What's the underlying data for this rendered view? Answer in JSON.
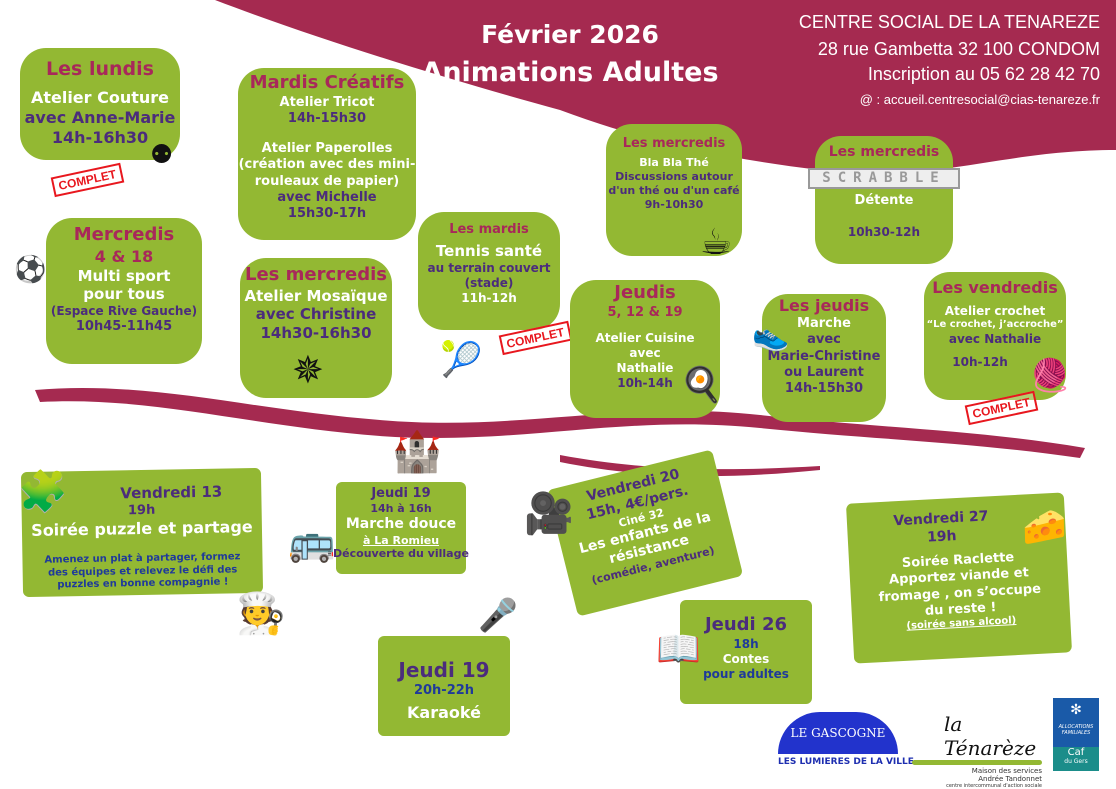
{
  "header": {
    "title_line1": "Février 2026",
    "title_line2": "Animations Adultes",
    "org": "CENTRE SOCIAL DE LA TENAREZE",
    "address": "28 rue Gambetta 32 100 CONDOM",
    "phone": "Inscription au 05 62 28 42 70",
    "email": "@ : accueil.centresocial@cias-tenareze.fr"
  },
  "colors": {
    "maroon": "#a52a50",
    "green": "#93b833",
    "purple": "#4b2c7c",
    "pink": "#a8285a"
  },
  "complet": "COMPLET",
  "weekly": [
    {
      "day": "Les lundis",
      "lines": [
        "Atelier Couture",
        "avec Anne-Marie",
        "14h-16h30"
      ]
    },
    {
      "day": "Mardis Créatifs",
      "lines": [
        "Atelier Tricot",
        "14h-15h30",
        "Atelier Paperolles",
        "(création avec des mini-",
        "rouleaux de papier)",
        "avec Michelle",
        "15h30-17h"
      ]
    },
    {
      "day": "Mercredis",
      "dates": "4 & 18",
      "lines": [
        "Multi sport",
        "pour tous",
        "(Espace Rive Gauche)",
        "10h45-11h45"
      ]
    },
    {
      "day": "Les mercredis",
      "lines": [
        "Atelier Mosaïque",
        "avec Christine",
        "14h30-16h30"
      ]
    },
    {
      "day": "Les mardis",
      "lines": [
        "Tennis santé",
        "au terrain couvert",
        "(stade)",
        "11h-12h"
      ]
    },
    {
      "day": "Les mercredis",
      "lines": [
        "Bla Bla Thé",
        "Discussions autour",
        "d'un thé ou d'un café",
        "9h-10h30"
      ]
    },
    {
      "day": "Les mercredis",
      "scrabble": "SCRABBLE",
      "lines": [
        "Détente",
        "10h30-12h"
      ]
    },
    {
      "day": "Jeudis",
      "dates": "5, 12 & 19",
      "lines": [
        "Atelier Cuisine",
        "avec",
        "Nathalie",
        "10h-14h"
      ]
    },
    {
      "day": "Les jeudis",
      "lines": [
        "Marche",
        "avec",
        "Marie-Christine",
        "ou Laurent",
        "14h-15h30"
      ]
    },
    {
      "day": "Les vendredis",
      "lines": [
        "Atelier crochet",
        "“Le crochet, j’accroche”",
        "avec Nathalie",
        "10h-12h"
      ]
    }
  ],
  "events": [
    {
      "date": "Vendredi 13",
      "time": "19h",
      "title": "Soirée puzzle et partage",
      "desc": [
        "Amenez un plat à partager, formez",
        "des équipes et relevez le défi des",
        "puzzles en bonne compagnie !"
      ]
    },
    {
      "date": "Jeudi 19",
      "time": "14h à 16h",
      "title": "Marche douce",
      "place": "à La Romieu",
      "desc": "Découverte du village"
    },
    {
      "date": "Vendredi 20",
      "time": "15h, 4€/pers.",
      "place": "Ciné 32",
      "title": [
        "Les enfants de la",
        "résistance"
      ],
      "desc": "(comédie, aventure)"
    },
    {
      "date": "Jeudi 19",
      "time": "20h-22h",
      "title": "Karaoké"
    },
    {
      "date": "Jeudi 26",
      "time": "18h",
      "title": "Contes",
      "desc": "pour adultes"
    },
    {
      "date": "Vendredi 27",
      "time": "19h",
      "title": [
        "Soirée Raclette",
        "Apportez viande et",
        "fromage , on s’occupe",
        "du reste  !"
      ],
      "desc": "(soirée sans alcool)"
    }
  ],
  "logos": {
    "gascogne": "LE GASCOGNE",
    "gascogne_sub": "LES LUMIERES DE LA VILLE",
    "tenareze": "la Ténarèze",
    "tenareze_sub": [
      "Maison des services",
      "Andrée Tandonnet",
      "centre intercommunal d'action sociale"
    ],
    "caf": [
      "ALLOCATIONS FAMILIALES",
      "Caf",
      "du Gers"
    ]
  }
}
